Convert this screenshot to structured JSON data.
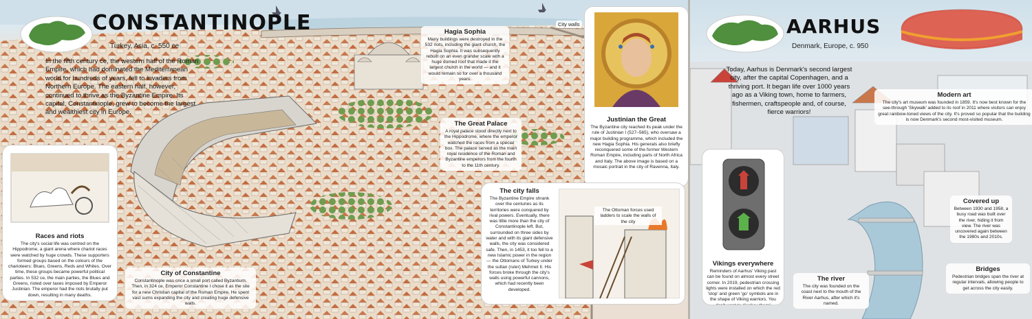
{
  "constantinople": {
    "title": "CONSTANTINOPLE",
    "subtitle": "Turkey, Asia, c. 550 ce",
    "intro": "In the fifth century ce, the western half of the Roman Empire, which had dominated the Mediterranean world for hundreds of years, fell to invaders from Northern Europe. The eastern half, however, continued to thrive as the Byzantine Empire. Its capital, Constantinople, grew to become the largest and wealthiest city in Europe.",
    "city_walls_label": "City walls",
    "hagia_sophia": {
      "heading": "Hagia Sophia",
      "body": "Many buildings were destroyed in the 532 riots, including the giant church, the Hagia Sophia. It was subsequently rebuilt on an even grander scale with a huge domed roof that made it the largest church in the world — and it would remain so for over a thousand years."
    },
    "great_palace": {
      "heading": "The Great Palace",
      "body": "A royal palace stood directly next to the Hippodrome, where the emperor watched the races from a special box. The palace served as the main royal residence of the Roman and Byzantine emperors from the fourth to the 11th century."
    },
    "races": {
      "heading": "Races and riots",
      "body": "The city's social life was centred on the Hippodrome, a giant arena where chariot races were watched by huge crowds. These supporters formed groups based on the colours of the charioteers: Blues, Greens, Reds and Whites. Over time, these groups became powerful political parties. In 532 ce, the main parties, the Blues and Greens, rioted over taxes imposed by Emperor Justinian. The emperor had the riots brutally put down, resulting in many deaths."
    },
    "city_of_constantine": {
      "heading": "City of Constantine",
      "body": "Constantinople was once a small port called Byzantium. Then, in 324 ce, Emperor Constantine I chose it as the site for a new Christian capital of the Roman Empire. He spent vast sums expanding the city and creating huge defensive walls."
    },
    "justinian": {
      "heading": "Justinian the Great",
      "body": "The Byzantine city reached its peak under the rule of Justinian I (527–565), who oversaw a major building programme, which included the new Hagia Sophia. His generals also briefly reconquered some of the former Western Roman Empire, including parts of North Africa and Italy. The above image is based on a mosaic portrait in the city of Ravenna, Italy."
    },
    "city_falls": {
      "heading": "The city falls",
      "body": "The Byzantine Empire shrank over the centuries as its territories were conquered by rival powers. Eventually, there was little more than the city of Constantinople left. But, surrounded on three sides by water and with its giant defensive walls, the city was considered safe. Then, in 1453, it too fell to a new Islamic power in the region — the Ottomans of Turkey under the sultan (ruler) Mehmet II. His forces broke through the city's walls using powerful cannons, which had recently been developed.",
      "illustration_caption": "The Ottoman forces used ladders to scale the walls of the city"
    }
  },
  "aarhus": {
    "title": "AARHUS",
    "subtitle": "Denmark, Europe, c. 950",
    "intro": "Today, Aarhus is Denmark's second largest city, after the capital Copenhagen, and a thriving port. It began life over 1000 years ago as a Viking town, home to farmers, fishermen, craftspeople and, of course, fierce warriors!",
    "modern_art": {
      "heading": "Modern art",
      "body": "The city's art museum was founded in 1859. It's now best known for the see-through 'Skywalk' added to its roof in 2011 where visitors can enjoy great rainbow-toned views of the city. It's proved so popular that the building is now Denmark's second most-visited museum."
    },
    "vikings": {
      "heading": "Vikings everywhere",
      "body": "Reminders of Aarhus' Viking past can be found on almost every street corner. In 2019, pedestrian crossing lights were installed on which the red 'stop' and green 'go' symbols are in the shape of Viking warriors. You don't want to disobey them!"
    },
    "river": {
      "heading": "The river",
      "body": "The city was founded on the coast next to the mouth of the River Aarhus, after which it's named."
    },
    "covered_up": {
      "heading": "Covered up",
      "body": "Between 1930 and 1958, a busy road was built over the river, hiding it from view. The river was uncovered again between the 1980s and 2010s."
    },
    "bridges": {
      "heading": "Bridges",
      "body": "Pedestrian bridges span the river at regular intervals, allowing people to get across the city easily."
    }
  },
  "colors": {
    "roof": "#c9774a",
    "grass": "#6f9c4f",
    "water": "#a9c8d8",
    "mosaic_gold": "#d9a63a",
    "light_red": "#c9433a",
    "light_green": "#5bb24a"
  }
}
